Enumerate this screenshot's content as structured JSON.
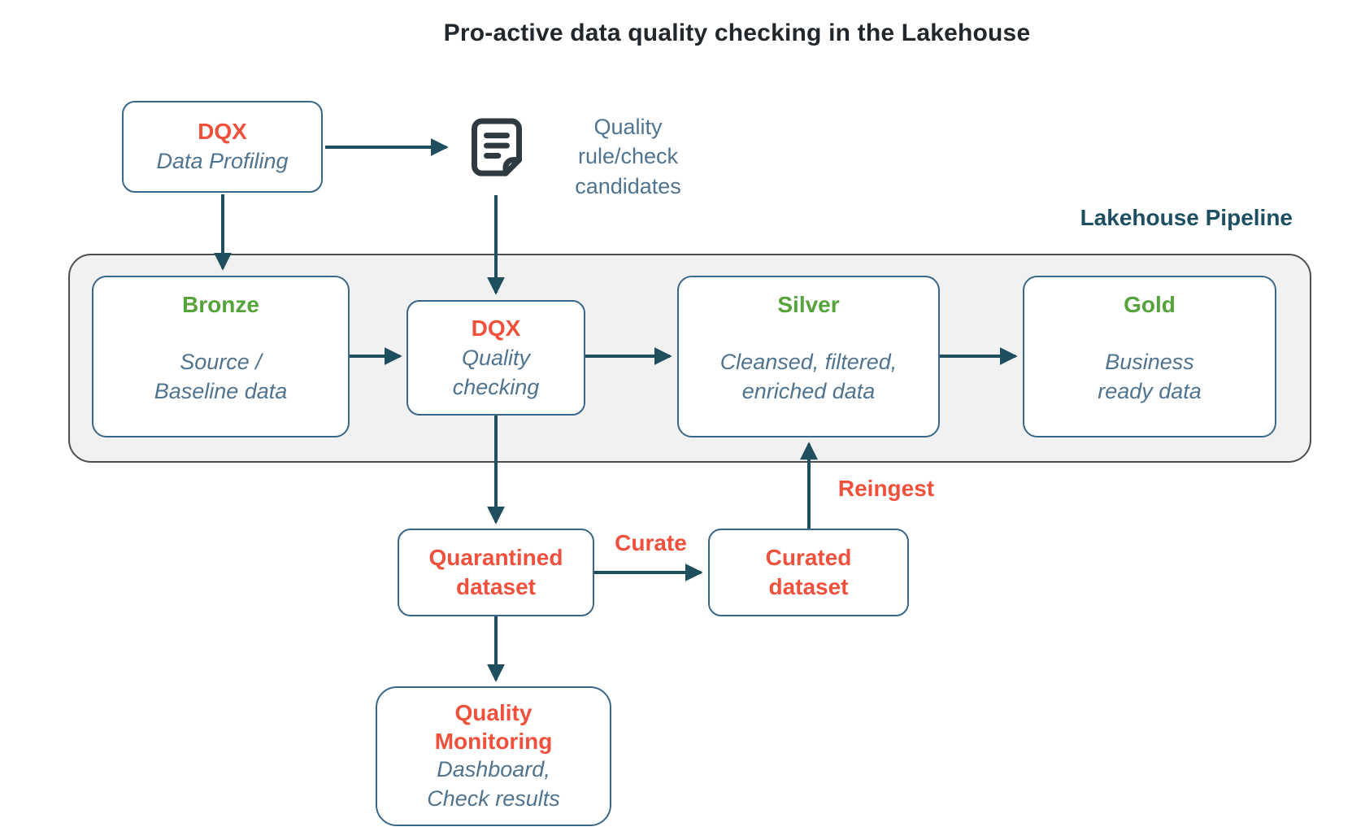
{
  "title": "Pro-active data quality checking in the Lakehouse",
  "labels": {
    "lakehouse_pipeline": "Lakehouse Pipeline",
    "curate": "Curate",
    "reingest": "Reingest",
    "quality_rules": [
      "Quality",
      "rule/check",
      "candidates"
    ]
  },
  "nodes": {
    "dqx_profiling": {
      "title": "DQX",
      "body": [
        "Data Profiling"
      ]
    },
    "bronze": {
      "title": "Bronze",
      "body": [
        "Source /",
        "Baseline data"
      ]
    },
    "dqx_checking": {
      "title": "DQX",
      "body": [
        "Quality",
        "checking"
      ]
    },
    "silver": {
      "title": "Silver",
      "body": [
        "Cleansed, filtered,",
        "enriched data"
      ]
    },
    "gold": {
      "title": "Gold",
      "body": [
        "Business",
        "ready data"
      ]
    },
    "quarantined": {
      "title": [
        "Quarantined",
        "dataset"
      ]
    },
    "curated": {
      "title": [
        "Curated",
        "dataset"
      ]
    },
    "monitoring": {
      "title": [
        "Quality",
        "Monitoring"
      ],
      "body": [
        "Dashboard,",
        "Check results"
      ]
    }
  },
  "icons": {
    "document": "document-icon"
  },
  "colors": {
    "accent_red": "#f0503c",
    "accent_green": "#54a33b",
    "slate_text": "#50738f",
    "teal_dark": "#1d4f63",
    "arrow": "#1f4f5f",
    "container_fill": "#f1f1f1",
    "node_border": "#39678a"
  }
}
